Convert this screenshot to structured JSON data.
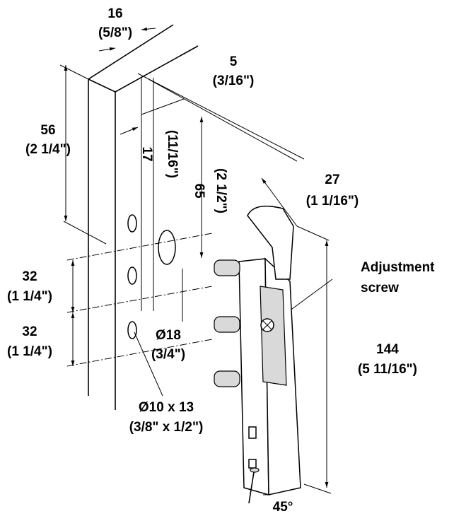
{
  "dimensions": {
    "width_panel": {
      "value": "16",
      "imperial": "(5/8\")"
    },
    "thickness": {
      "value": "5",
      "imperial": "(3/16\")"
    },
    "height_top": {
      "value": "56",
      "imperial": "(2 1/4\")"
    },
    "edge_offset": {
      "value": "17",
      "imperial": "(11/16\")"
    },
    "hole_offset": {
      "value": "65",
      "imperial": "(2 1/2\")"
    },
    "fitting_width": {
      "value": "27",
      "imperial": "(1 1/16\")"
    },
    "spacing_1": {
      "value": "32",
      "imperial": "(1 1/4\")"
    },
    "spacing_2": {
      "value": "32",
      "imperial": "(1 1/4\")"
    },
    "large_hole": {
      "value": "Ø18",
      "imperial": "(3/4\")"
    },
    "fitting_height": {
      "value": "144",
      "imperial": "(5 11/16\")"
    },
    "small_holes": {
      "value": "Ø10 x 13",
      "imperial": "(3/8\" x 1/2\")"
    },
    "angle": {
      "value": "45°"
    }
  },
  "callouts": {
    "adjustment_line1": "Adjustment",
    "adjustment_line2": "screw"
  }
}
